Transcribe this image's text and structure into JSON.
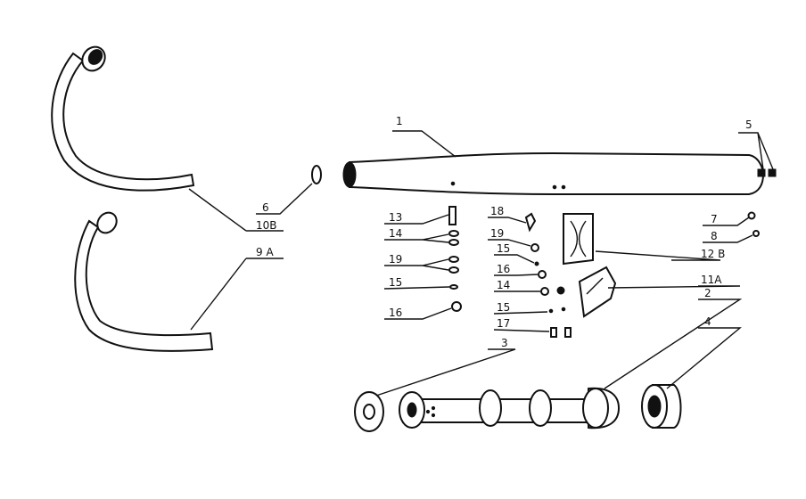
{
  "labels": {
    "l1": "1",
    "l2": "2",
    "l3": "3",
    "l4": "4",
    "l5": "5",
    "l6": "6",
    "l7": "7",
    "l8": "8",
    "l9a": "9 A",
    "l10b": "10B",
    "l11a": "11A",
    "l12b": "12 B",
    "l13": "13",
    "l14a": "14",
    "l15a": "15",
    "l16a": "16",
    "l19a": "19",
    "l18": "18",
    "l19b": "19",
    "l15b": "15",
    "l16b": "16",
    "l14b": "14",
    "l15c": "15",
    "l17": "17"
  },
  "colors": {
    "ink": "#111111",
    "paper": "#ffffff"
  }
}
